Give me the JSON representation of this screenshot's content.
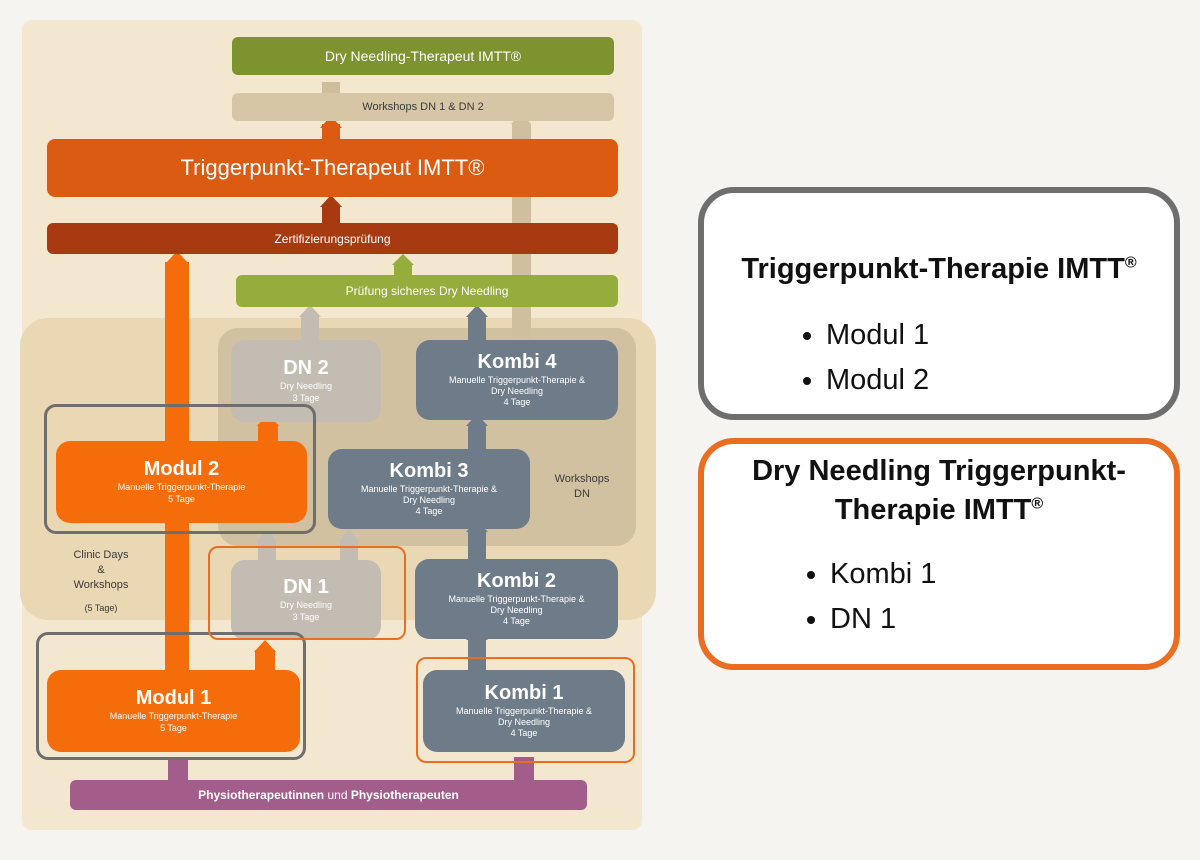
{
  "diagram": {
    "top_bar": "Dry Needling-Therapeut IMTT®",
    "workshops_bar": "Workshops  DN 1 & DN 2",
    "therapeut_bar": "Triggerpunkt-Therapeut IMTT®",
    "zert_bar": "Zertifizierungsprüfung",
    "pruefung_bar": "Prüfung sicheres Dry Needling",
    "base_bar_part1": "Physiotherapeutinnen",
    "base_bar_part2": " und ",
    "base_bar_part3": "Physiotherapeuten",
    "workshops_dn_label": "Workshops\nDN",
    "clinic_days_label": "Clinic Days\n&\nWorkshops",
    "clinic_days_sub": "(5 Tage)",
    "boxes": {
      "dn2": {
        "title": "DN 2",
        "sub1": "Dry Needling",
        "sub2": "3 Tage"
      },
      "kombi4": {
        "title": "Kombi 4",
        "sub1": "Manuelle Triggerpunkt-Therapie &",
        "sub2": "Dry Needling",
        "sub3": "4 Tage"
      },
      "modul2": {
        "title": "Modul 2",
        "sub1": "Manuelle Triggerpunkt-Therapie",
        "sub2": "5 Tage"
      },
      "kombi3": {
        "title": "Kombi 3",
        "sub1": "Manuelle Triggerpunkt-Therapie &",
        "sub2": "Dry Needling",
        "sub3": "4 Tage"
      },
      "dn1": {
        "title": "DN 1",
        "sub1": "Dry Needling",
        "sub2": "3 Tage"
      },
      "kombi2": {
        "title": "Kombi 2",
        "sub1": "Manuelle Triggerpunkt-Therapie &",
        "sub2": "Dry Needling",
        "sub3": "4 Tage"
      },
      "modul1": {
        "title": "Modul 1",
        "sub1": "Manuelle Triggerpunkt-Therapie",
        "sub2": "5 Tage"
      },
      "kombi1": {
        "title": "Kombi 1",
        "sub1": "Manuelle Triggerpunkt-Therapie &",
        "sub2": "Dry Needling",
        "sub3": "4 Tage"
      }
    }
  },
  "cards": {
    "trigger": {
      "title": "Triggerpunkt-Therapie IMTT",
      "reg": "®",
      "items": [
        "Modul 1",
        "Modul 2"
      ]
    },
    "dry": {
      "title_line1": "Dry Needling Triggerpunkt-",
      "title_line2": "Therapie IMTT",
      "reg": "®",
      "items": [
        "Kombi 1",
        "DN 1"
      ]
    }
  },
  "colors": {
    "orange": "#f56c0b",
    "slate": "#6e7c89",
    "grey_box": "#c2bcb3",
    "green": "#7d9330",
    "light_green": "#94ad3c",
    "dark_red": "#a83a12",
    "therapeut_orange": "#dc5b12",
    "purple": "#a25d8a",
    "outline_grey": "#6f6e6e",
    "outline_orange": "#e96e22"
  }
}
